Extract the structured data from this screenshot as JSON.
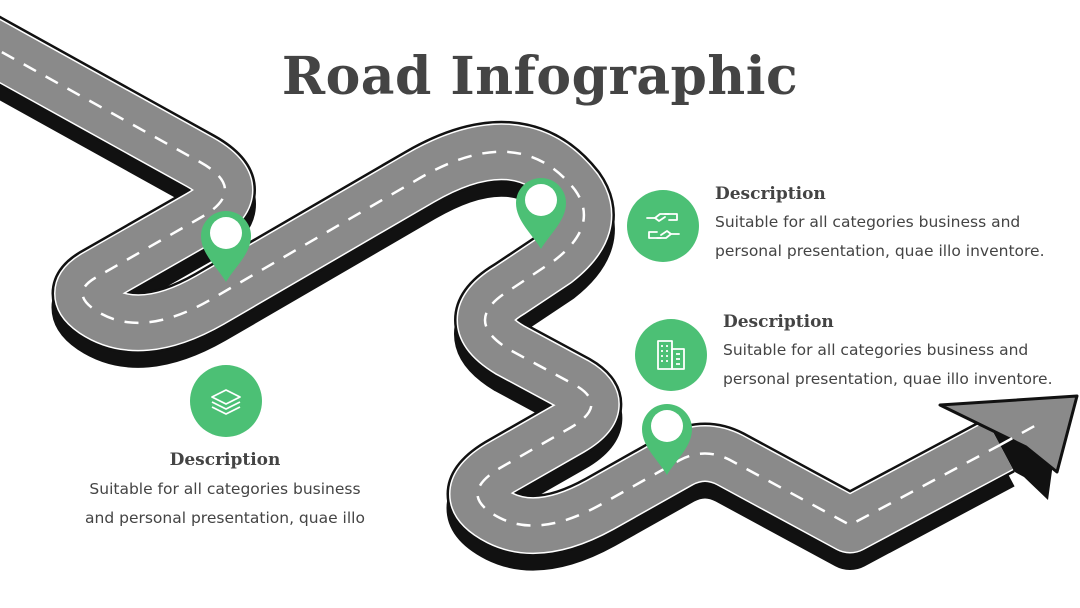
{
  "title": "Road Infographic",
  "colors": {
    "accent": "#4CC075",
    "road": "#8A8A8A",
    "road_edge": "#111111",
    "dash": "#ffffff",
    "text": "#444444"
  },
  "items": [
    {
      "icon": "handshake-icon",
      "heading": "Description",
      "lines": [
        "Suitable for all categories business and",
        "personal presentation, quae illo inventore."
      ]
    },
    {
      "icon": "building-icon",
      "heading": "Description",
      "lines": [
        "Suitable for all categories business and",
        "personal presentation, quae illo inventore."
      ]
    },
    {
      "icon": "layers-icon",
      "heading": "Description",
      "lines": [
        "Suitable for all categories business",
        "and personal presentation, quae illo"
      ]
    }
  ]
}
